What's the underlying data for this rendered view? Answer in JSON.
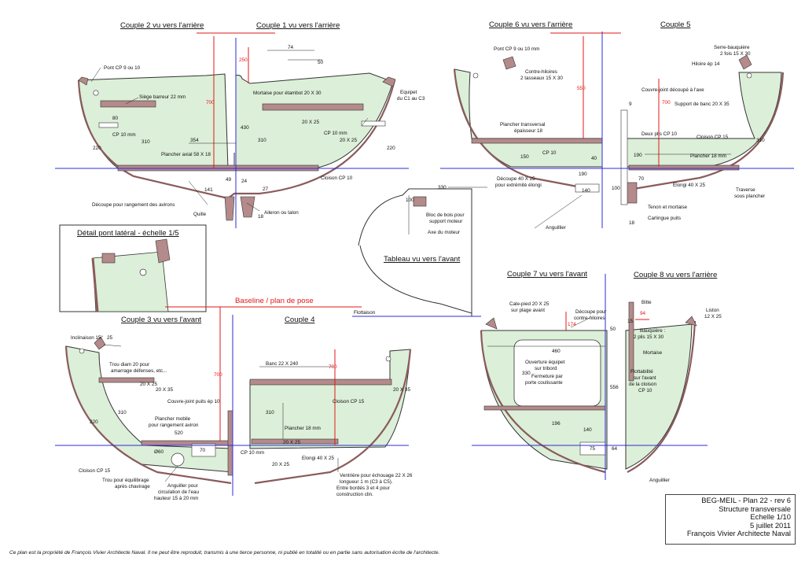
{
  "section_titles": {
    "c2": "Couple 2 vu vers l'arrière",
    "c1": "Couple 1 vu vers l'arrière",
    "c6": "Couple 6 vu vers l'arrière",
    "c5": "Couple 5",
    "detail": "Détail pont latéral - échelle 1/5",
    "tableau": "Tableau vu vers l'avant",
    "c7": "Couple 7 vu vers l'avant",
    "c8": "Couple 8 vu vers l'arrière",
    "baseline": "Baseline / plan de pose",
    "c3": "Couple 3 vu vers l'avant",
    "c4": "Couple 4"
  },
  "annotations": {
    "pont_cp": "Pont CP 9 ou 10",
    "siege": "Siège barreur 22 mm",
    "mortaise_etambot": "Mortaise pour étambot 20 X 30",
    "equipet": "Equipet",
    "equipet2": "du C1 au C3",
    "cp10mm": "CP 10 mm",
    "plancher_axial": "Plancher axial 58 X 18",
    "cloison_cp10": "Cloison CP 10",
    "decoupe_avirons": "Découpe pour rangement des avirons",
    "quille": "Quille",
    "aileron": "Aileron ou talon",
    "c6_pont": "Pont CP 9 ou 10 mm",
    "contre_hiloires": "Contre-hiloires",
    "tasseaux": "2 tasseaux 15 X 30",
    "plancher_transversal": "Plancher transversal",
    "epaisseur18": "épaisseur 18",
    "cp10": "CP 10",
    "decoupe_40x25": "Découpe 40 X 25",
    "extremite_elongi": "pour extrémité élongi",
    "anguillier": "Anguillier",
    "serre_bauquiere": "Serre-bauquière",
    "serre_b2": "2 fois 15 X 30",
    "hiloire": "Hiloire ép 14",
    "couvre_joint_axe": "Couvre-joint découpé à l'axe",
    "support_banc": "Support de banc 20 X 35",
    "deux_plis": "Deux plis CP 10",
    "cloison_cp15": "Cloison CP 15",
    "plancher18": "Plancher 18 mm",
    "elongi": "Elongi 40 X 25",
    "traverse": "Traverse",
    "sous_plancher": "sous plancher",
    "tenon": "Tenon et mortaise",
    "carlingue": "Carlingue puits",
    "bloc_bois": "Bloc de bois pour",
    "support_moteur": "support moteur",
    "axe_moteur": "Axe du moteur",
    "flottaison": "Flottaison",
    "cale_pied": "Cale-pied 20 X 25",
    "plage_avant": "sur plage avant",
    "decoupe_ch": "Découpe pour",
    "decoupe_ch2": "contre-hiloires",
    "bitte": "Bitte",
    "liston": "Liston",
    "liston2": "12 X 25",
    "bauquiere": "Bauquière :",
    "bauquiere2": "2 plis 15 X 30",
    "mortaise": "Mortaise",
    "ouverture": "Ouverture équipet",
    "ouverture2": "sur tribord",
    "ouverture3": "Fermeture par",
    "ouverture4": "porte coulissante",
    "flottabilite": "Flottabilité",
    "flottabilite2": "sur l'avant",
    "flottabilite3": "de la cloison",
    "flottabilite4": "CP 10",
    "inclinaison": "Inclinaison 15°",
    "trou_diam": "Trou diam 20 pour",
    "trou_diam2": "amarrage défenses, etc...",
    "couvre_joint_puits": "Couvre-joint puits ép 10",
    "plancher_mobile": "Plancher mobile",
    "plancher_mobile2": "pour rangement aviron",
    "cloison_cp15_c3": "Cloison CP 15",
    "trou_equilibrage": "Trou pour équilibrage",
    "trou_equilibrage2": "après chavirage",
    "anguiller_circ": "Anguiller pour",
    "anguiller_circ2": "circulation de l'eau",
    "anguiller_circ3": "hauteur 15 à 20 mm",
    "banc": "Banc 22 X 240",
    "cloison_cp15_c4": "Cloison CP 15",
    "plancher18_c4": "Plancher 18 mm",
    "elongi_c4": "Elongi 40 X 25",
    "ventriere": "Ventrière pour échouage 22 X 26",
    "ventriere2": "longueur 1 m (C3 à C5).",
    "ventriere3": "Entre bordés 3 et 4 pour",
    "ventriere4": "construction clin."
  },
  "dimensions": {
    "d74": "74",
    "d50": "50",
    "d250": "250",
    "d700": "700",
    "d430": "430",
    "d80": "80",
    "d310": "310",
    "d220": "220",
    "d354": "354",
    "d49": "49",
    "d24": "24",
    "d141": "141",
    "d27": "27",
    "d18": "18",
    "d20x25": "20 X 25",
    "d550": "550",
    "d9": "9",
    "d150": "150",
    "d40": "40",
    "d190": "190",
    "d140": "140",
    "d100": "100",
    "d70": "70",
    "d330": "330",
    "d174": "174",
    "d94": "94",
    "d15": "15",
    "d460": "460",
    "d556": "556",
    "d196": "196",
    "d75": "75",
    "d64": "64",
    "d25": "25",
    "d20x35": "20 X 35",
    "d520": "520",
    "d60": "Ø60"
  },
  "title_block": {
    "line1": "BEG-MEIL - Plan 22 - rev 6",
    "line2": "Structure transversale",
    "line3": "Echelle 1/10",
    "line4": "5 juillet 2011",
    "line5": "François Vivier Architecte Naval"
  },
  "footer": "Ce plan est la propriété de François Vivier Architecte Naval. Il ne peut être reproduit, transmis à une tierce personne, ni publié en totalité ou en partie sans autorisation écrite de l'architecte.",
  "colors": {
    "hull_fill": "#dcefd8",
    "plank": "#b48a8a",
    "waterline": "#2c2cd8",
    "baseline": "#e01818",
    "ink": "#222222"
  }
}
